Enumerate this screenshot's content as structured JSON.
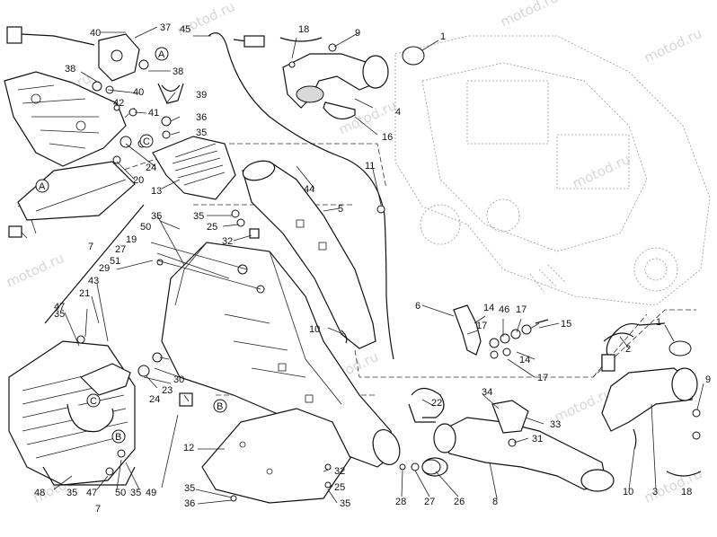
{
  "watermark": "motod.ru",
  "circle_refs": [
    "A",
    "B",
    "C"
  ],
  "labels": {
    "n1a": "1",
    "n1b": "1",
    "n2": "2",
    "n3": "3",
    "n4": "4",
    "n5": "5",
    "n6": "6",
    "n7a": "7",
    "n7b": "7",
    "n8": "8",
    "n9a": "9",
    "n9b": "9",
    "n10a": "10",
    "n10b": "10",
    "n11": "11",
    "n12": "12",
    "n13": "13",
    "n14a": "14",
    "n14b": "14",
    "n15": "15",
    "n16": "16",
    "n17a": "17",
    "n17b": "17",
    "n17c": "17",
    "n18a": "18",
    "n18b": "18",
    "n19": "19",
    "n20": "20",
    "n21": "21",
    "n22": "22",
    "n23": "23",
    "n24a": "24",
    "n24b": "24",
    "n25a": "25",
    "n25b": "25",
    "n26": "26",
    "n27a": "27",
    "n27b": "27",
    "n28": "28",
    "n29": "29",
    "n30": "30",
    "n31": "31",
    "n32a": "32",
    "n32b": "32",
    "n33": "33",
    "n34": "34",
    "n35a": "35",
    "n35b": "35",
    "n35c": "35",
    "n35d": "35",
    "n35e": "35",
    "n35f": "35",
    "n35g": "35",
    "n35h": "35",
    "n36a": "36",
    "n36b": "36",
    "n37": "37",
    "n38a": "38",
    "n38b": "38",
    "n39": "39",
    "n40a": "40",
    "n40b": "40",
    "n41": "41",
    "n42": "42",
    "n43": "43",
    "n44": "44",
    "n45": "45",
    "n46": "46",
    "n47a": "47",
    "n47b": "47",
    "n48": "48",
    "n49": "49",
    "n50a": "50",
    "n50b": "50",
    "n51": "51"
  }
}
